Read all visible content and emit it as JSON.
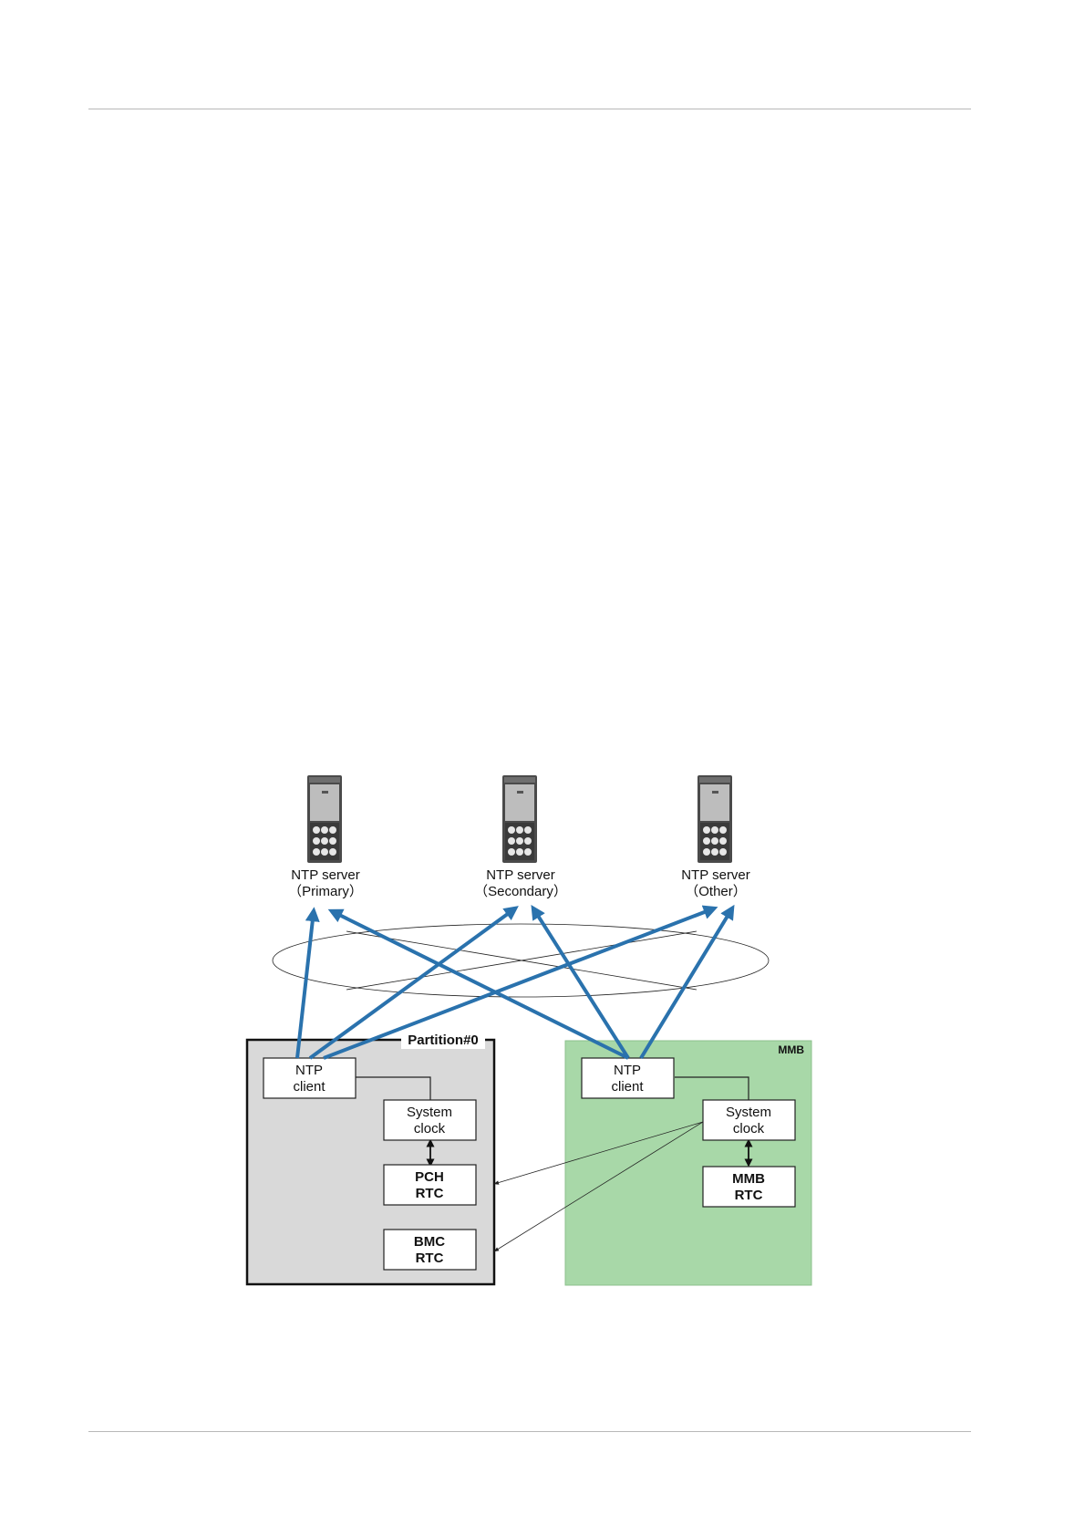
{
  "diagram": {
    "servers": [
      {
        "line1": "NTP server",
        "line2": "（Primary）"
      },
      {
        "line1": "NTP server",
        "line2": "（Secondary）"
      },
      {
        "line1": "NTP server",
        "line2": "（Other）"
      }
    ],
    "partition": {
      "title": "Partition#0",
      "ntp_client": {
        "line1": "NTP",
        "line2": "client"
      },
      "system_clock": {
        "line1": "System",
        "line2": "clock"
      },
      "pch_rtc": {
        "line1": "PCH",
        "line2": "RTC"
      },
      "bmc_rtc": {
        "line1": "BMC",
        "line2": "RTC"
      }
    },
    "mmb": {
      "title": "MMB",
      "ntp_client": {
        "line1": "NTP",
        "line2": "client"
      },
      "system_clock": {
        "line1": "System",
        "line2": "clock"
      },
      "mmb_rtc": {
        "line1": "MMB",
        "line2": "RTC"
      }
    }
  },
  "colors": {
    "link_blue": "#2a72ad",
    "mmb_green": "#a8d8a8",
    "partition_gray": "#d9d9d9"
  },
  "icons": [
    "server-tower-icon"
  ]
}
